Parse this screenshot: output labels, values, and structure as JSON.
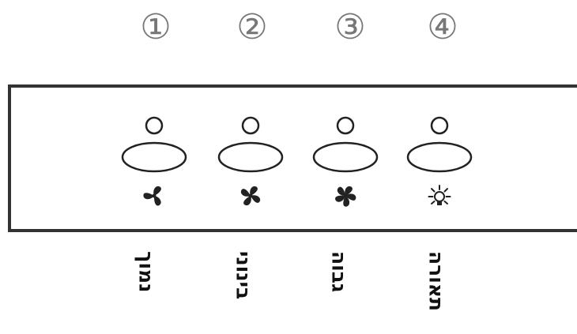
{
  "indicators": [
    {
      "number": "①",
      "label": "נמוך",
      "icon": "fan-low-icon"
    },
    {
      "number": "②",
      "label": "בינוני",
      "icon": "fan-medium-icon"
    },
    {
      "number": "③",
      "label": "גבוה",
      "icon": "fan-high-icon"
    },
    {
      "number": "④",
      "label": "תאורה",
      "icon": "light-bulb-icon"
    }
  ],
  "colors": {
    "ink": "#111111",
    "numbers": "#777777",
    "panel_border": "#333333"
  }
}
